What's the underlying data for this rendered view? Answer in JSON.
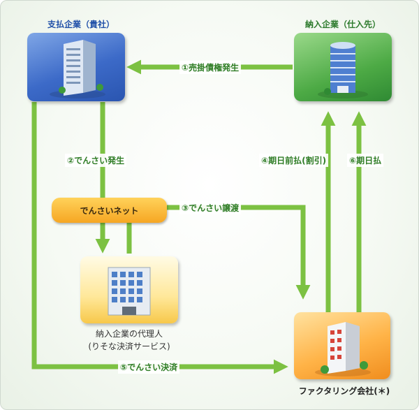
{
  "nodes": {
    "payer_company": "支払企業（貴社）",
    "supplier_company": "納入企業（仕入先）",
    "densai_net": "でんさいネット",
    "agent_line1": "納入企業の代理人",
    "agent_line2": "(りそな決済サービス)",
    "factoring_company": "ファクタリング会社(＊)"
  },
  "steps": {
    "s1": "①売掛債権発生",
    "s2": "②でんさい発生",
    "s3": "③でんさい譲渡",
    "s4": "④期日前払(割引)",
    "s5": "⑤でんさい決済",
    "s6": "⑥期日払"
  },
  "colors": {
    "arrow": "#7cc142",
    "arrow_dark": "#5aa02c",
    "payer_tile": "#3c6ac8",
    "supplier_tile": "#4daa45",
    "factoring_tile": "#ffb347",
    "agent_tile": "#ffe89a"
  },
  "icons": {
    "payer": "office-building-icon",
    "supplier": "cylinder-building-icon",
    "agent": "office-building-icon",
    "factoring": "office-building-icon"
  }
}
